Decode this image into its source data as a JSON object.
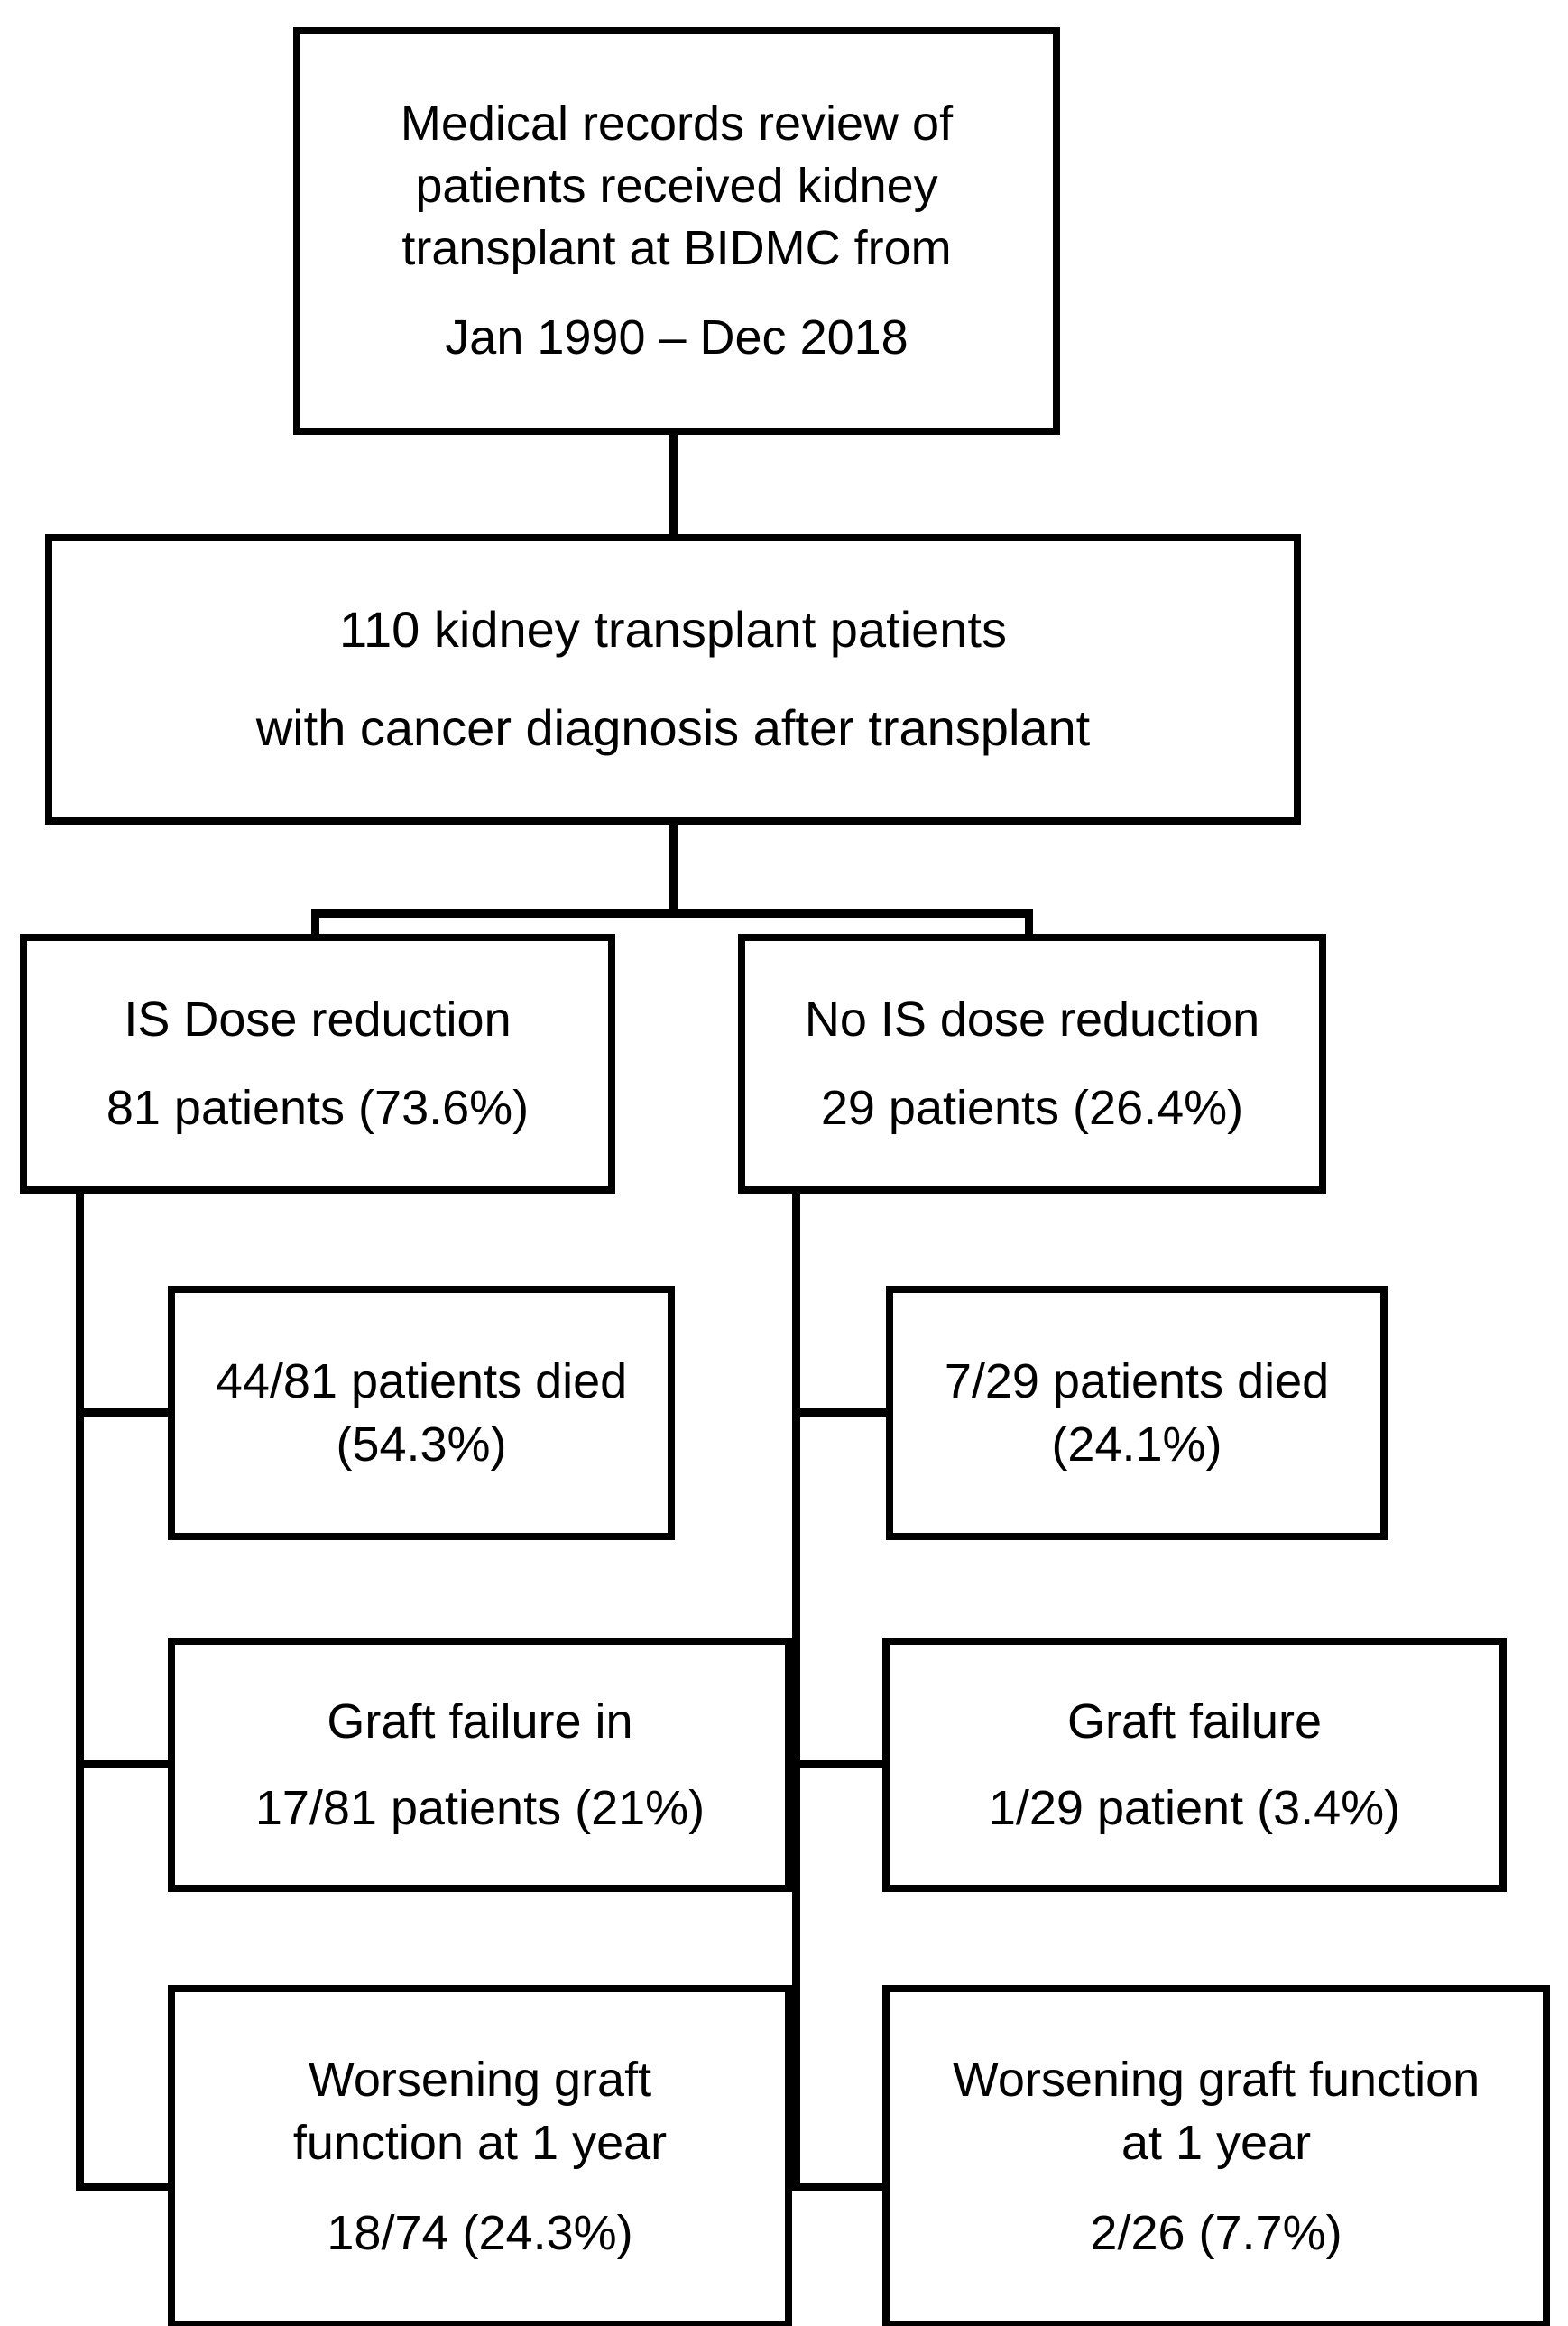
{
  "diagram": {
    "type": "flowchart",
    "title": "Kidney transplant cancer cohort flow diagram",
    "colors": {
      "background": "#ffffff",
      "box_fill": "#ffffff",
      "stroke": "#000000",
      "text": "#000000"
    },
    "nodes": {
      "study": {
        "id": "study",
        "lines": [
          "Medical records review of",
          "patients received kidney",
          "transplant at BIDMC from",
          "Jan 1990 – Dec 2018"
        ]
      },
      "cohort": {
        "id": "cohort",
        "lines": [
          "110 kidney transplant patients",
          "with cancer diagnosis after transplant"
        ],
        "count": 110
      },
      "is_reduction": {
        "id": "is-dose-reduction",
        "lines": [
          "IS Dose reduction",
          "81 patients (73.6%)"
        ],
        "count": 81,
        "percent": 73.6
      },
      "no_is_reduction": {
        "id": "no-is-dose-reduction",
        "lines": [
          "No IS dose reduction",
          "29 patients (26.4%)"
        ],
        "count": 29,
        "percent": 26.4
      },
      "left_death": {
        "id": "left-deaths",
        "lines": [
          "44/81 patients died",
          "(54.3%)"
        ],
        "numerator": 44,
        "denominator": 81,
        "percent": 54.3
      },
      "right_death": {
        "id": "right-deaths",
        "lines": [
          "7/29 patients died",
          "(24.1%)"
        ],
        "numerator": 7,
        "denominator": 29,
        "percent": 24.1
      },
      "left_graft": {
        "id": "left-graft-failure",
        "lines": [
          "Graft failure in",
          "17/81 patients (21%)"
        ],
        "numerator": 17,
        "denominator": 81,
        "percent": 21
      },
      "right_graft": {
        "id": "right-graft-failure",
        "lines": [
          "Graft failure",
          "1/29 patient (3.4%)"
        ],
        "numerator": 1,
        "denominator": 29,
        "percent": 3.4
      },
      "left_worsening": {
        "id": "left-worsening-graft-function",
        "lines": [
          "Worsening graft",
          "function at 1 year",
          "18/74 (24.3%)"
        ],
        "numerator": 18,
        "denominator": 74,
        "percent": 24.3
      },
      "right_worsening": {
        "id": "right-worsening-graft-function",
        "lines": [
          "Worsening graft function",
          "at 1 year",
          "2/26 (7.7%)"
        ],
        "numerator": 2,
        "denominator": 26,
        "percent": 7.7
      }
    },
    "edges": [
      {
        "from": "study",
        "to": "cohort",
        "style": "vertical"
      },
      {
        "from": "cohort",
        "to": "is_reduction",
        "style": "split"
      },
      {
        "from": "cohort",
        "to": "no_is_reduction",
        "style": "split"
      },
      {
        "from": "is_reduction",
        "to": "left_death",
        "style": "spine"
      },
      {
        "from": "is_reduction",
        "to": "left_graft",
        "style": "spine"
      },
      {
        "from": "is_reduction",
        "to": "left_worsening",
        "style": "spine"
      },
      {
        "from": "no_is_reduction",
        "to": "right_death",
        "style": "spine"
      },
      {
        "from": "no_is_reduction",
        "to": "right_graft",
        "style": "spine"
      },
      {
        "from": "no_is_reduction",
        "to": "right_worsening",
        "style": "spine"
      }
    ]
  }
}
